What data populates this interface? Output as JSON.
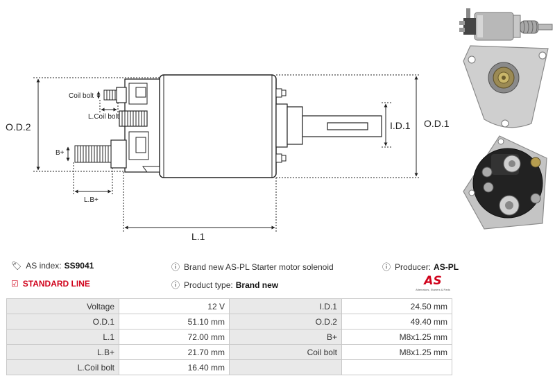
{
  "diagram": {
    "labels": {
      "coil_bolt": "Coil bolt",
      "l_coil_bolt": "L.Coil bolt",
      "b_plus": "B+",
      "l_b_plus": "L.B+",
      "od2": "O.D.2",
      "od1": "O.D.1",
      "id1": "I.D.1",
      "l1": "L.1"
    }
  },
  "info": {
    "as_index_label": "AS index:",
    "as_index_value": "SS9041",
    "description": "Brand new AS-PL Starter motor solenoid",
    "producer_label": "Producer:",
    "producer_value": "AS-PL",
    "line": "STANDARD LINE",
    "product_type_label": "Product type:",
    "product_type_value": "Brand new",
    "brand_logo": "AS",
    "brand_tagline": "Alternators, Starters & Parts"
  },
  "specs": [
    [
      "Voltage",
      "12 V",
      "I.D.1",
      "24.50 mm"
    ],
    [
      "O.D.1",
      "51.10 mm",
      "O.D.2",
      "49.40 mm"
    ],
    [
      "L.1",
      "72.00 mm",
      "B+",
      "M8x1.25 mm"
    ],
    [
      "L.B+",
      "21.70 mm",
      "Coil bolt",
      "M8x1.25 mm"
    ],
    [
      "L.Coil bolt",
      "16.40 mm",
      "",
      ""
    ]
  ],
  "colors": {
    "accent_red": "#d0021b",
    "label_bg": "#e9e9e9",
    "border": "#c9c9c9"
  },
  "icons": [
    "tag-icon",
    "info-icon",
    "checkbox-icon"
  ]
}
